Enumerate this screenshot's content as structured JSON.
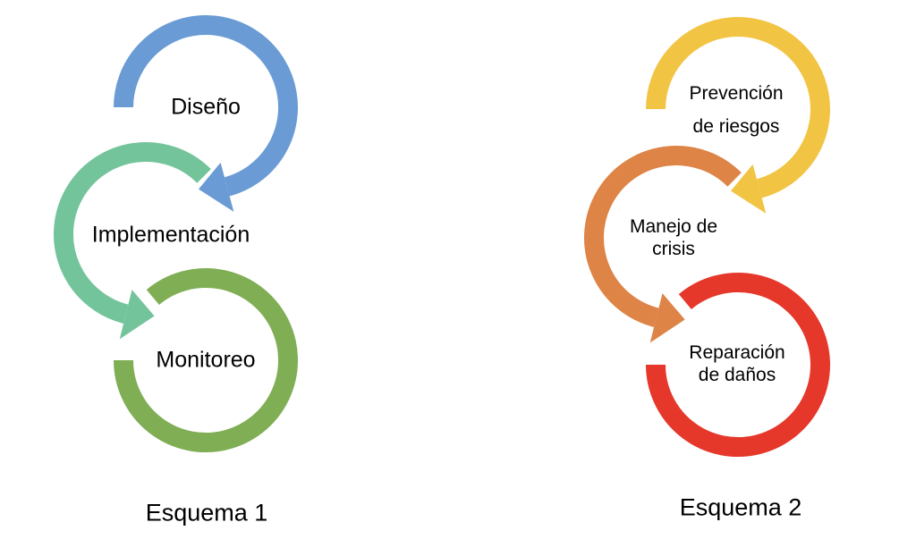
{
  "schemes": [
    {
      "title": "Esquema 1",
      "steps": [
        {
          "label": "Diseño",
          "color": "#6a9bd4"
        },
        {
          "label": "Implementación",
          "color": "#73c49b"
        },
        {
          "label": "Monitoreo",
          "color": "#7fae55"
        }
      ]
    },
    {
      "title": "Esquema 2",
      "steps": [
        {
          "label_line1": "Prevención",
          "label_line2": "de riesgos",
          "color": "#f2c444"
        },
        {
          "label_line1": "Manejo de",
          "label_line2": "crisis",
          "color": "#dd8446"
        },
        {
          "label_line1": "Reparación",
          "label_line2": "de daños",
          "color": "#e5372a"
        }
      ]
    }
  ]
}
